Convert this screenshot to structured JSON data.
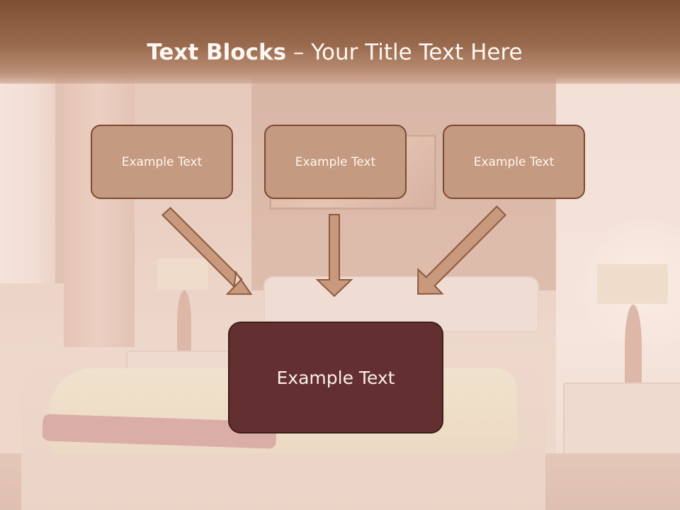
{
  "title": {
    "bold_part": "Text Blocks",
    "separator": " – ",
    "rest": "Your Title Text Here"
  },
  "diagram": {
    "top_blocks": [
      {
        "label": "Example Text"
      },
      {
        "label": "Example Text"
      },
      {
        "label": "Example Text"
      }
    ],
    "center_block": {
      "label": "Example Text"
    }
  },
  "colors": {
    "title_bar": "#8a5a3e",
    "small_box_fill": "#c49a80",
    "small_box_border": "#7b4a32",
    "big_box_fill": "#642f30",
    "arrow_fill": "#c8997c",
    "arrow_stroke": "#8b5a3f"
  }
}
